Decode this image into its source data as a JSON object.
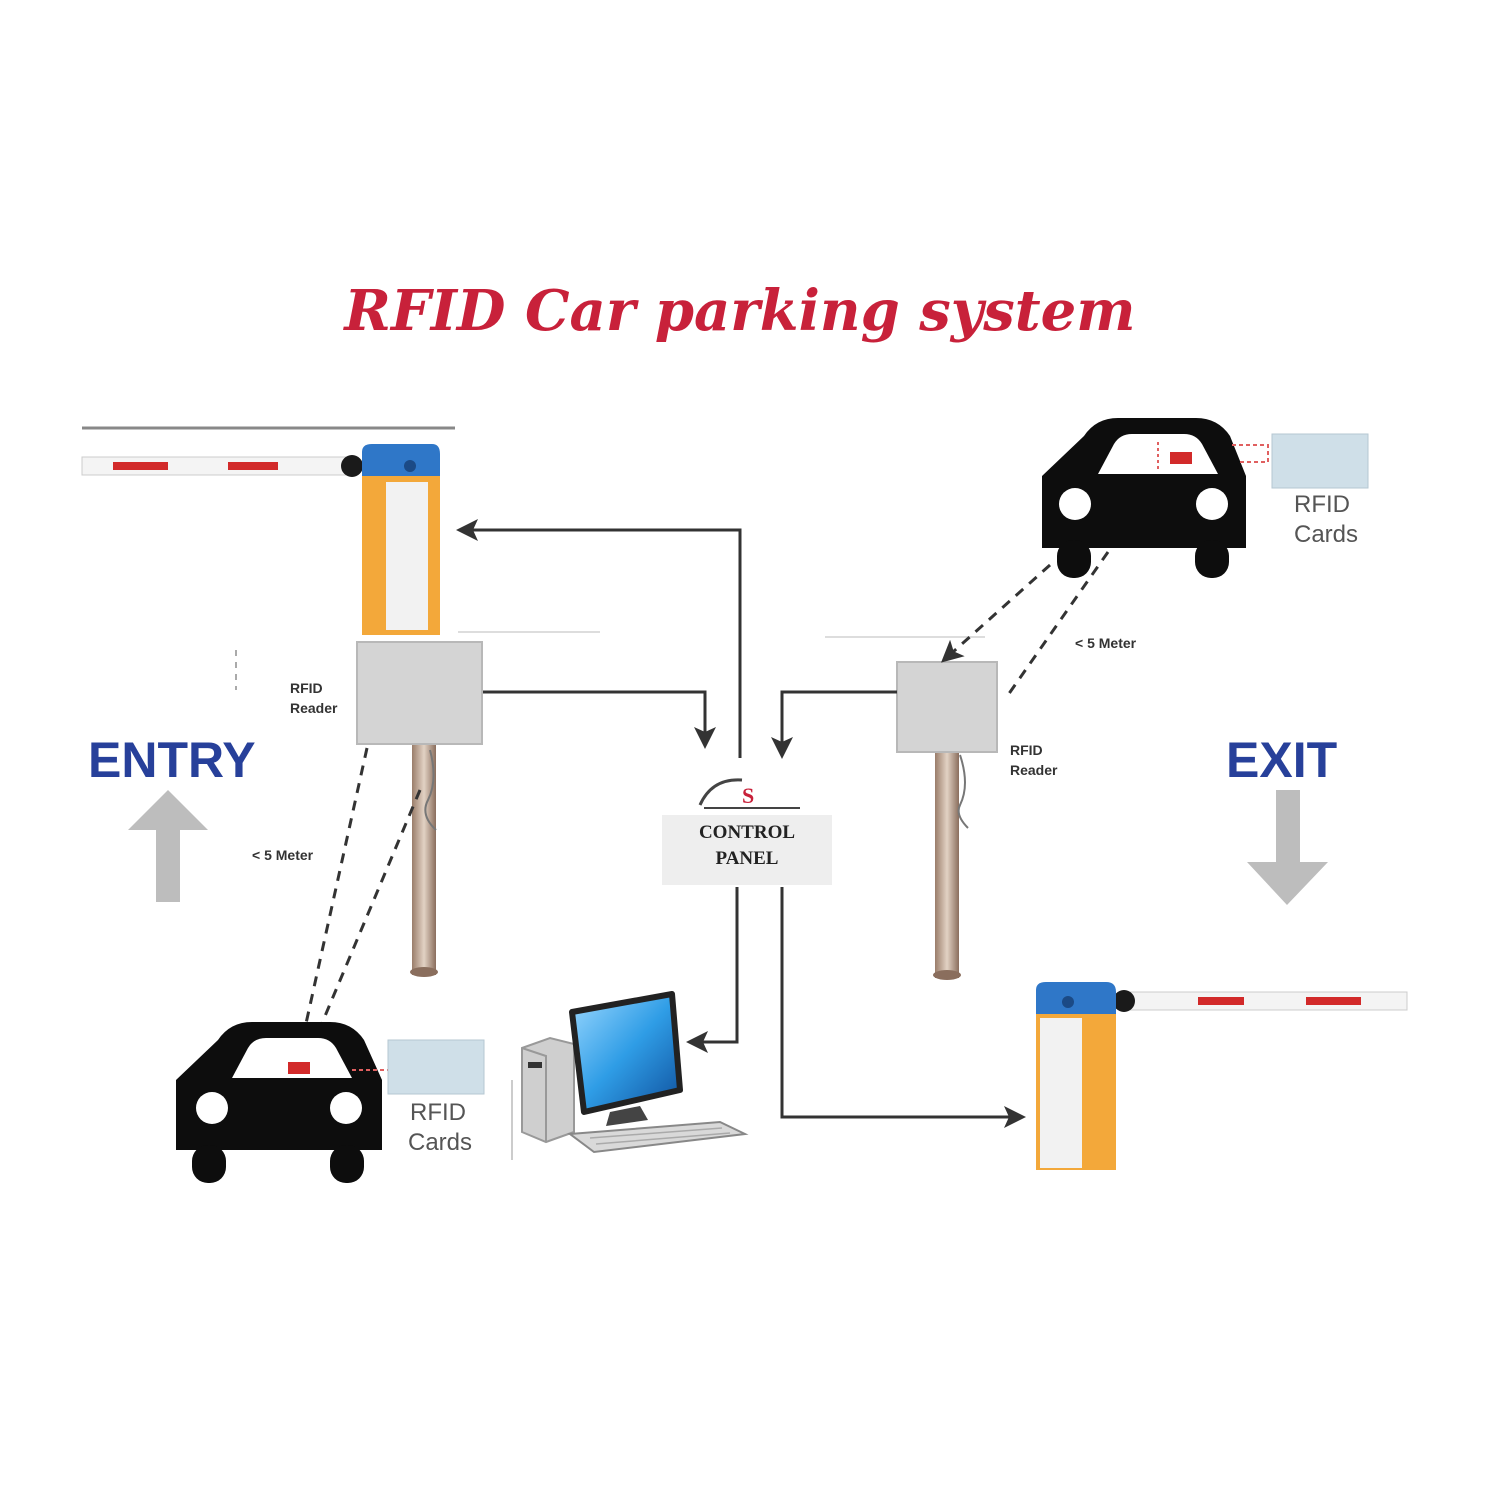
{
  "title": "RFID Car parking system",
  "labels": {
    "entry": "ENTRY",
    "exit": "EXIT",
    "reader_line1": "RFID",
    "reader_line2": "Reader",
    "card_line1": "RFID",
    "card_line2": "Cards",
    "distance_entry": "< 5 Meter",
    "distance_exit": "< 5 Meter",
    "panel_line1": "CONTROL",
    "panel_line2": "PANEL",
    "logo_letter": "S"
  },
  "colors": {
    "title": "#c8213a",
    "label_blue": "#27409a",
    "barrier_orange": "#f3a83a",
    "barrier_blue": "#2f77c8",
    "boom_red": "#d22a2a",
    "arrow_gray": "#bdbdbd",
    "reader_gray": "#d4d4d4",
    "car_black": "#0d0d0d"
  }
}
